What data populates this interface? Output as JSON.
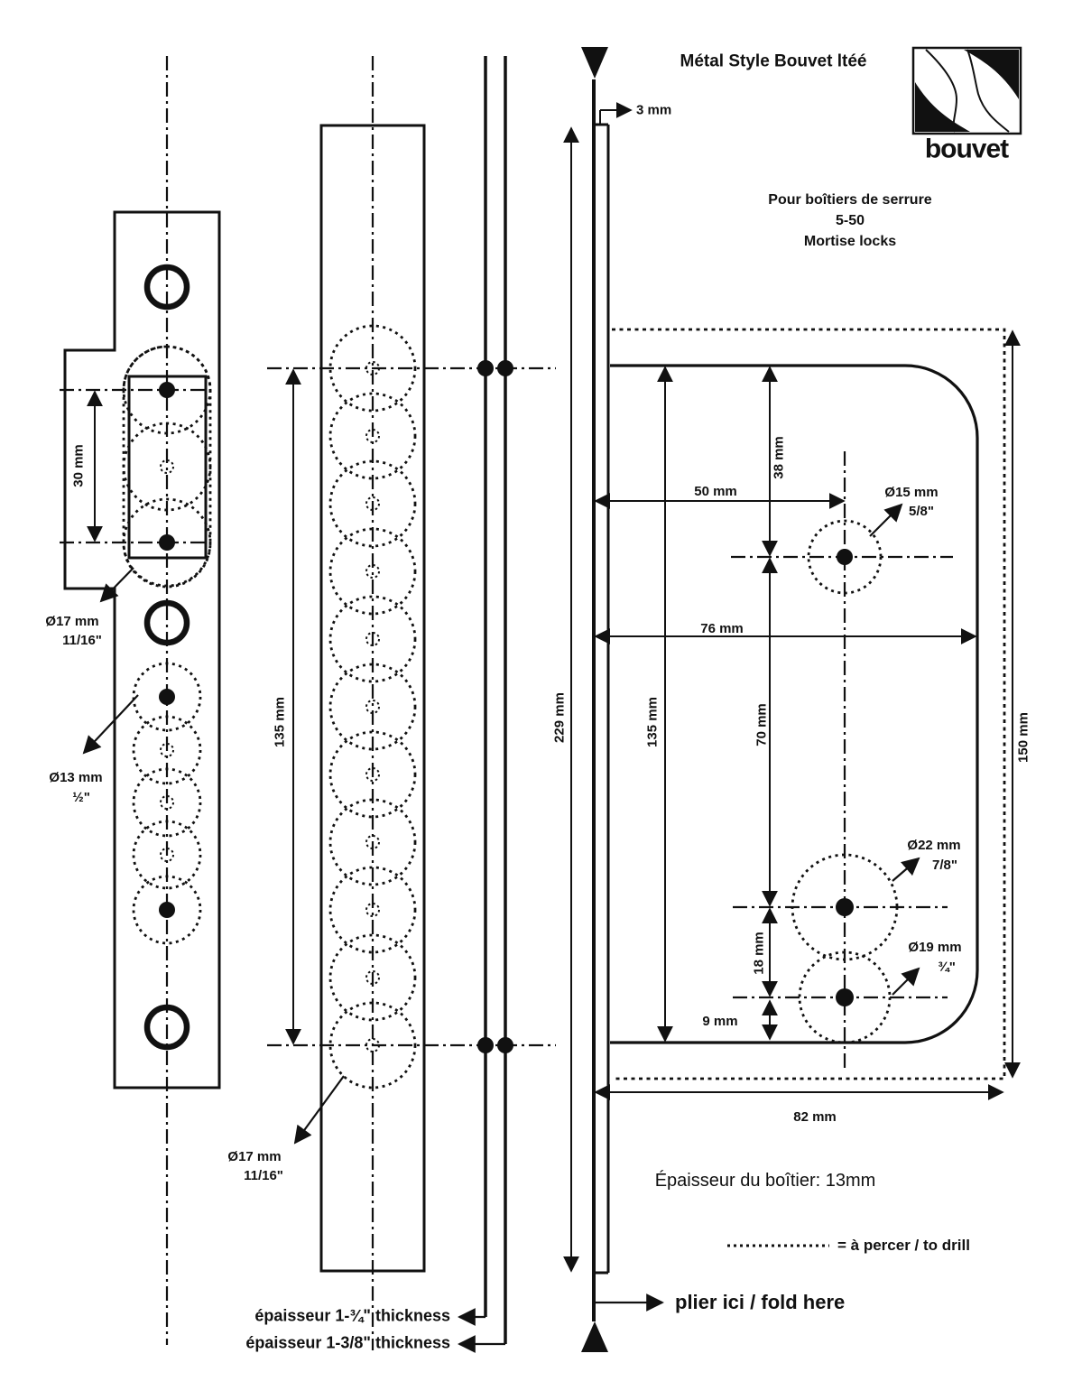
{
  "title": "Métal Style Bouvet ltéé",
  "logo": {
    "text": "bouvet"
  },
  "subtitle": {
    "line1": "Pour boîtiers de serrure",
    "line2": "5-50",
    "line3": "Mortise locks"
  },
  "dimensions": {
    "d3": "3 mm",
    "d30": "30 mm",
    "d135_mid": "135 mm",
    "d229": "229 mm",
    "d135_right": "135 mm",
    "d38": "38 mm",
    "d50": "50 mm",
    "d70": "70 mm",
    "d76": "76 mm",
    "d18": "18 mm",
    "d9": "9 mm",
    "d82": "82 mm",
    "d150": "150 mm"
  },
  "holes": {
    "h17_left": {
      "line1": "Ø17 mm",
      "line2": "11/16\""
    },
    "h13": {
      "line1": "Ø13 mm",
      "line2": "½\""
    },
    "h17_mid": {
      "line1": "Ø17 mm",
      "line2": "11/16\""
    },
    "h15": {
      "line1": "Ø15 mm",
      "line2": "5/8\""
    },
    "h22": {
      "line1": "Ø22 mm",
      "line2": "7/8\""
    },
    "h19": {
      "line1": "Ø19 mm",
      "line2": "¾\""
    }
  },
  "notes": {
    "case_thickness": "Épaisseur du boîtier: 13mm",
    "drill_legend": "= à percer / to drill",
    "fold": "plier ici / fold here",
    "thickness1": "épaisseur 1-¾\" thickness",
    "thickness2": "épaisseur 1-3/8\" thickness"
  },
  "colors": {
    "ink": "#111111",
    "paper": "#ffffff"
  }
}
